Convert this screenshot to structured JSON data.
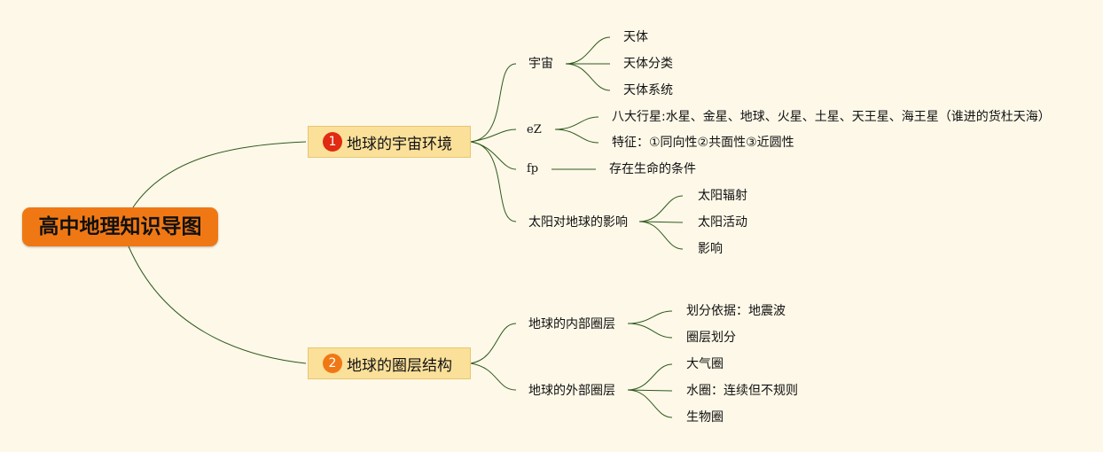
{
  "root": {
    "label": "高中地理知识导图"
  },
  "branches": [
    {
      "number": "1",
      "number_color": "#e02a12",
      "label": "地球的宇宙环境",
      "children": [
        {
          "label": "宇宙",
          "children": [
            "天体",
            "天体分类",
            "天体系统"
          ]
        },
        {
          "label": "eZ",
          "children": [
            "八大行星:水星、金星、地球、火星、土星、天王星、海王星（谁进的货杜天海）",
            "特征：①同向性②共面性③近圆性"
          ]
        },
        {
          "label": "fp",
          "children": [
            "存在生命的条件"
          ]
        },
        {
          "label": "太阳对地球的影响",
          "children": [
            "太阳辐射",
            "太阳活动",
            "影响"
          ]
        }
      ]
    },
    {
      "number": "2",
      "number_color": "#f07814",
      "label": "地球的圈层结构",
      "children": [
        {
          "label": "地球的内部圈层",
          "children": [
            "划分依据：地震波",
            "圈层划分"
          ]
        },
        {
          "label": "地球的外部圈层",
          "children": [
            "大气圈",
            "水圈：连续但不规则",
            "生物圈"
          ]
        }
      ]
    }
  ],
  "colors": {
    "background": "#fdf8e8",
    "root": "#f07814",
    "branch_fill": "#fbe09a",
    "line": "#2f5a1c"
  }
}
